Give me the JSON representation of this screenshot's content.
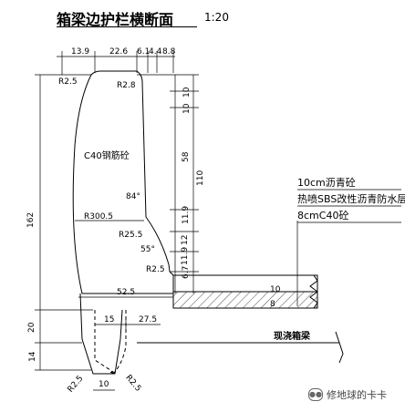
{
  "title": "箱梁边护栏横断面",
  "scale": "1:20",
  "labels": {
    "material": "C40钢筋砼",
    "cast_box_girder": "现浇箱梁",
    "angle_84": "84°",
    "angle_55": "55°",
    "radius_300_5": "R300.5",
    "radius_25_5": "R25.5",
    "r2_5_top": "R2.5",
    "r2_8": "R2.8",
    "r2_5_mid": "R2.5",
    "r2_5_bl": "R2.5",
    "r2_5_br": "R2.5"
  },
  "dims_top": [
    "13.9",
    "22.6",
    "6.1",
    "4.4",
    "8.8"
  ],
  "dims_right": [
    "10",
    "10",
    "58",
    "110",
    "11.9",
    "12",
    "11.9",
    "6.7",
    "8",
    "10"
  ],
  "dims_left": [
    "162",
    "20",
    "14"
  ],
  "dims_horizontal": [
    "52.5",
    "15",
    "27.5",
    "10"
  ],
  "pavement_layers": [
    "10cm沥青砼",
    "热喷SBS改性沥青防水层",
    "8cmC40砼"
  ],
  "watermark": "修地球的卡卡"
}
